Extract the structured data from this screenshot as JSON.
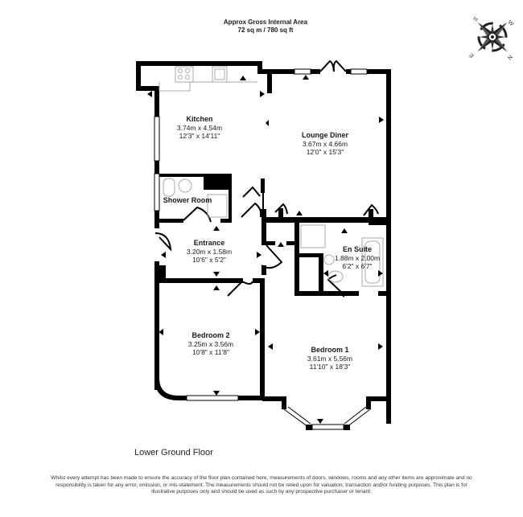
{
  "header": {
    "title": "Approx Gross Internal Area",
    "area": "72 sq m / 780 sq ft"
  },
  "compass": {
    "icon": "compass-rose-icon",
    "labels": [
      "N",
      "E",
      "S",
      "W"
    ]
  },
  "rooms": [
    {
      "name": "Kitchen",
      "metric": "3.74m x 4.54m",
      "imperial": "12'3\" x 14'11\""
    },
    {
      "name": "Lounge Diner",
      "metric": "3.67m x 4.66m",
      "imperial": "12'0\" x 15'3\""
    },
    {
      "name": "Shower Room",
      "metric": "",
      "imperial": ""
    },
    {
      "name": "Entrance",
      "metric": "3.20m x 1.58m",
      "imperial": "10'6\" x 5'2\""
    },
    {
      "name": "En Suite",
      "metric": "1.88m x 2.00m",
      "imperial": "6'2\" x 6'7\""
    },
    {
      "name": "Bedroom 2",
      "metric": "3.25m x 3.56m",
      "imperial": "10'8\" x 11'8\""
    },
    {
      "name": "Bedroom 1",
      "metric": "3.61m x 5.56m",
      "imperial": "11'10\" x 18'3\""
    }
  ],
  "floor": {
    "name": "Lower Ground Floor"
  },
  "footer": {
    "disclaimer": "Whilst every attempt has been made to ensure the accuracy of the floor plan contained here, measurements of doors, windows, rooms and any other items are approximate and no responsibility is taken for any error, omission, or mis-statement. The measurements should not be relied upon for valuation, transaction and/or funding purposes. This plan is for illustrative purposes only and should be used as such by any prospective purchaser or tenant."
  },
  "colors": {
    "wall": "#000000",
    "fixture": "#aaaaaa",
    "background": "#ffffff"
  }
}
